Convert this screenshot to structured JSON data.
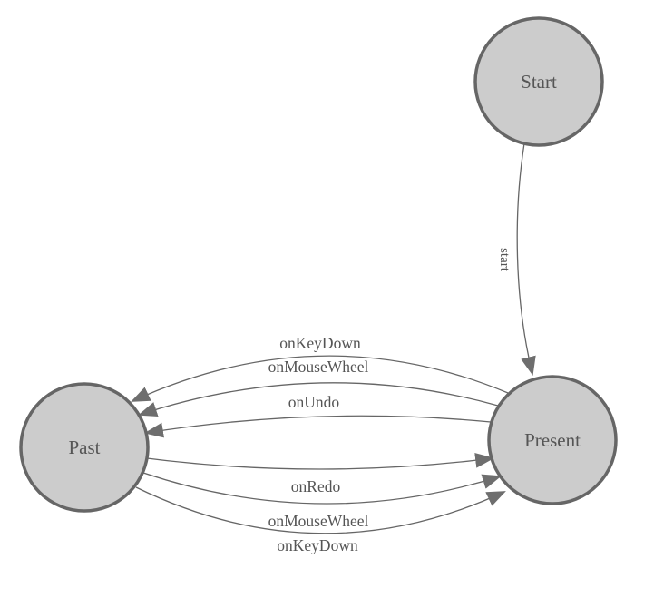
{
  "diagram": {
    "type": "state-machine",
    "colors": {
      "background": "#ffffff",
      "node_fill": "#cccccc",
      "node_stroke": "#666666",
      "edge_stroke": "#666666",
      "arrow_fill": "#6e6e6e",
      "text": "#555555"
    },
    "nodes": [
      {
        "id": "start",
        "label": "Start"
      },
      {
        "id": "present",
        "label": "Present"
      },
      {
        "id": "past",
        "label": "Past"
      }
    ],
    "edges": [
      {
        "from": "start",
        "to": "present",
        "label": "start"
      },
      {
        "from": "present",
        "to": "past",
        "label": "onKeyDown"
      },
      {
        "from": "present",
        "to": "past",
        "label": "onMouseWheel"
      },
      {
        "from": "present",
        "to": "past",
        "label": "onUndo"
      },
      {
        "from": "past",
        "to": "present",
        "label": "onRedo"
      },
      {
        "from": "past",
        "to": "present",
        "label": "onMouseWheel"
      },
      {
        "from": "past",
        "to": "present",
        "label": "onKeyDown"
      }
    ]
  }
}
